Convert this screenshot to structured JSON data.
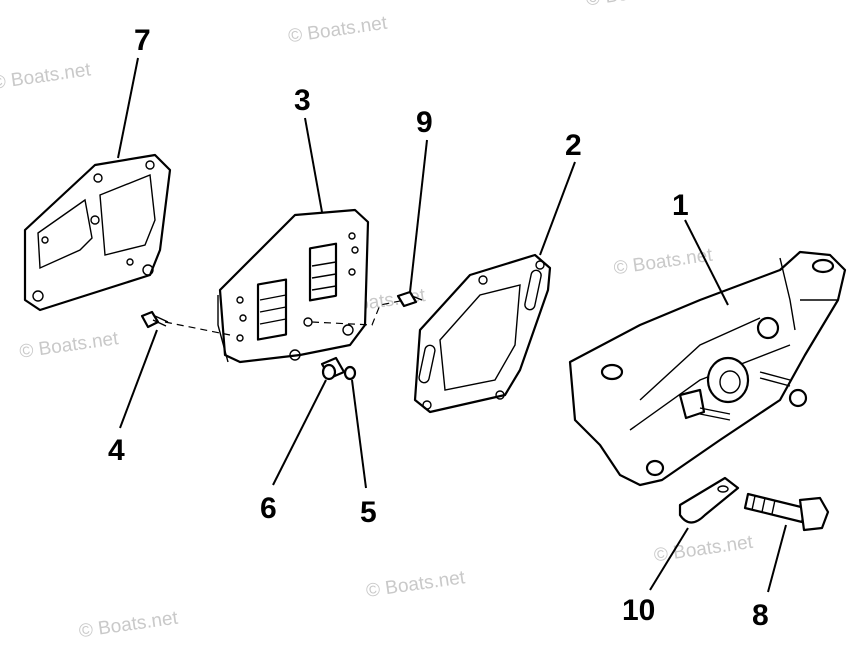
{
  "watermark": "© Boats.net",
  "callouts": {
    "c1": "1",
    "c2": "2",
    "c3": "3",
    "c4": "4",
    "c5": "5",
    "c6": "6",
    "c7": "7",
    "c8": "8",
    "c9": "9",
    "c10": "10"
  }
}
